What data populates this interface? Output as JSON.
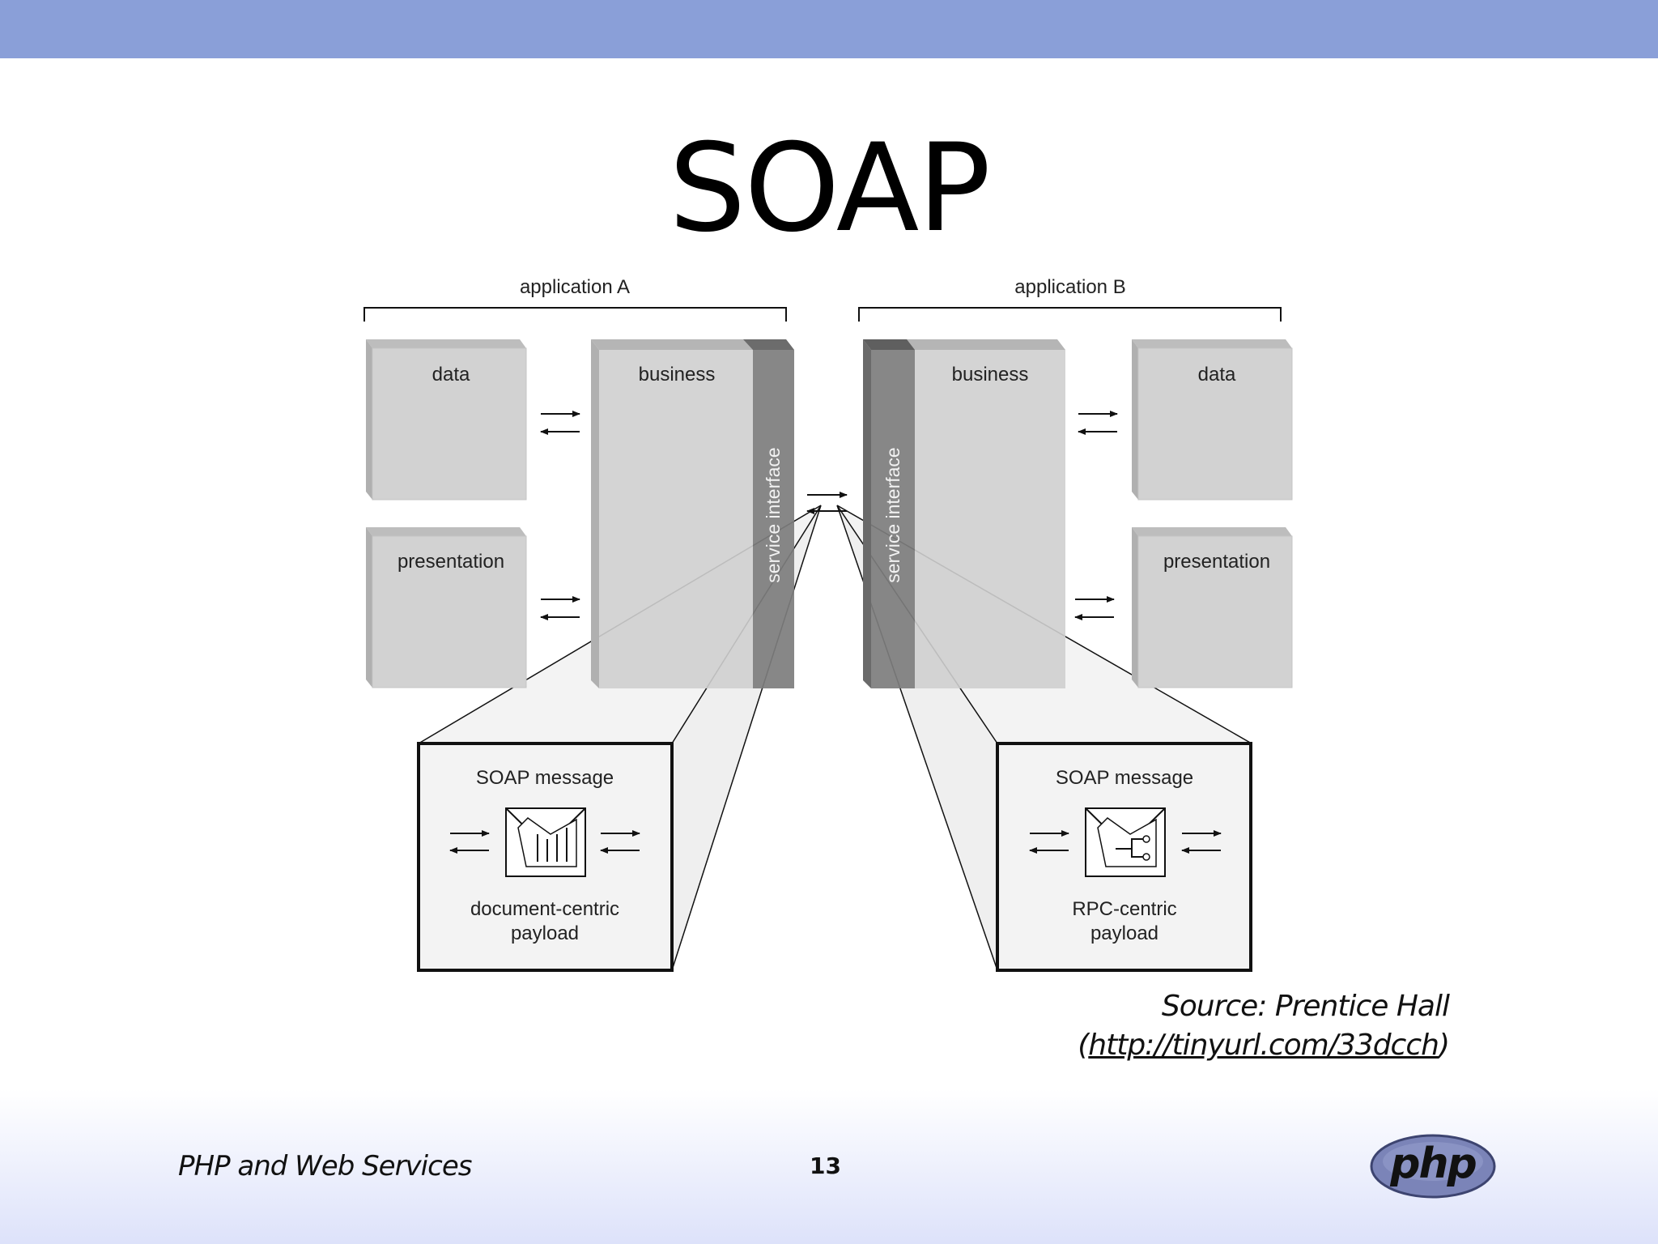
{
  "slide": {
    "title": "SOAP",
    "source_line_1": "Source: Prentice Hall",
    "source_paren_open": "(",
    "source_url": "http://tinyurl.com/33dcch",
    "source_paren_close": ")",
    "footer_left": "PHP and Web Services",
    "page_number": "13",
    "logo_text": "php"
  },
  "diagram": {
    "app_a": {
      "label": "application A",
      "data": "data",
      "presentation": "presentation",
      "business": "business",
      "service": "service interface"
    },
    "app_b": {
      "label": "application B",
      "data": "data",
      "presentation": "presentation",
      "business": "business",
      "service": "service interface"
    },
    "message_a": {
      "title": "SOAP message",
      "payload_line_1": "document-centric",
      "payload_line_2": "payload"
    },
    "message_b": {
      "title": "SOAP message",
      "payload_line_1": "RPC-centric",
      "payload_line_2": "payload"
    }
  },
  "colors": {
    "header_band": "#8a9fd8",
    "box_fill": "#d2d2d2",
    "service_strip": "#7d7d7d",
    "logo_fill": "#7b84b8"
  }
}
